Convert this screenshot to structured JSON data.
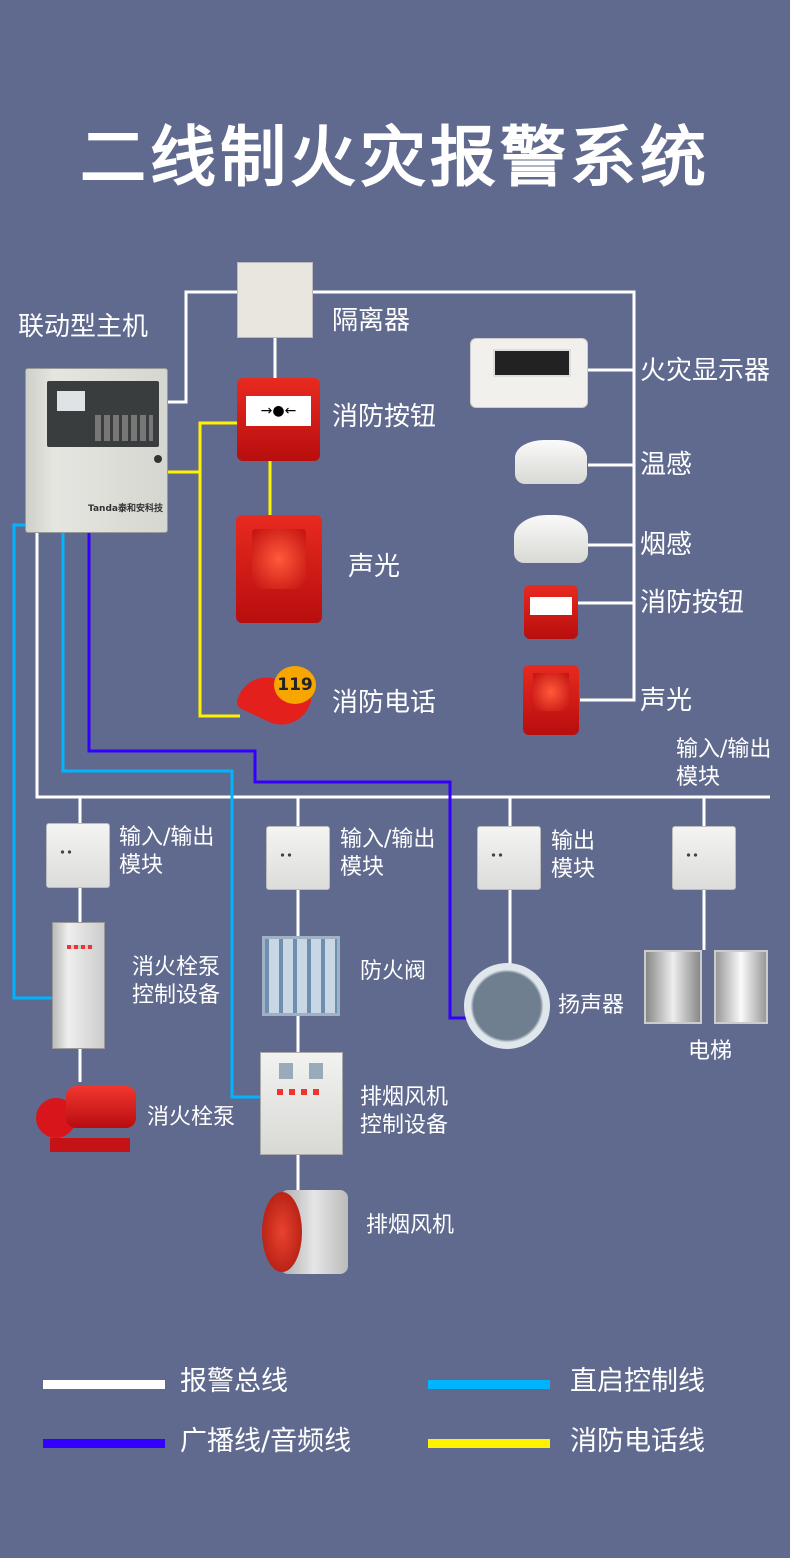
{
  "title": "二线制火灾报警系统",
  "labels": {
    "host": "联动型主机",
    "isolator": "隔离器",
    "button_left": "消防按钮",
    "sound_light_left": "声光",
    "phone": "消防电话",
    "phone_badge": "119",
    "fire_display": "火灾显示器",
    "heat_detector": "温感",
    "smoke_detector": "烟感",
    "button_right": "消防按钮",
    "sound_light_right": "声光",
    "io_module_top_right": "输入/输出\n模块",
    "io_module_1": "输入/输出\n模块",
    "io_module_2": "输入/输出\n模块",
    "output_module": "输出\n模块",
    "hydrant_pump_control": "消火栓泵\n控制设备",
    "fire_damper": "防火阀",
    "speaker": "扬声器",
    "elevator": "电梯",
    "hydrant_pump": "消火栓泵",
    "smoke_fan_control": "排烟风机\n控制设备",
    "smoke_fan": "排烟风机",
    "brand": "Tanda泰和安科技"
  },
  "legend": [
    {
      "label": "报警总线",
      "color": "#ffffff"
    },
    {
      "label": "直启控制线",
      "color": "#00b4ff"
    },
    {
      "label": "广播线/音频线",
      "color": "#3300ff"
    },
    {
      "label": "消防电话线",
      "color": "#fff200"
    }
  ]
}
